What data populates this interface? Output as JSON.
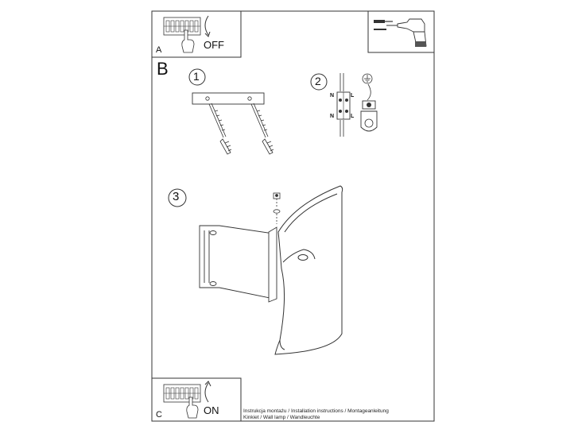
{
  "panels": {
    "a": {
      "letter": "A",
      "switch_text": "OFF"
    },
    "b": {
      "letter": "B",
      "steps": [
        "1",
        "2",
        "3"
      ]
    },
    "c": {
      "letter": "C",
      "switch_text": "ON"
    }
  },
  "wiring": {
    "neutral": "N",
    "live": "L"
  },
  "caption": {
    "line1": "Instrukcja montażu / Installation instructions / Montageanleitung",
    "line2": "Kinkiet  / Wall lamp / Wandleuchte"
  },
  "colors": {
    "line": "#333333",
    "fill": "#ffffff",
    "drill_body": "#555555"
  },
  "icons": [
    "fuse-box-icon",
    "hand-icon",
    "drill-icon",
    "screw-icon",
    "wall-plug-icon",
    "ground-icon",
    "terminal-block-icon"
  ]
}
